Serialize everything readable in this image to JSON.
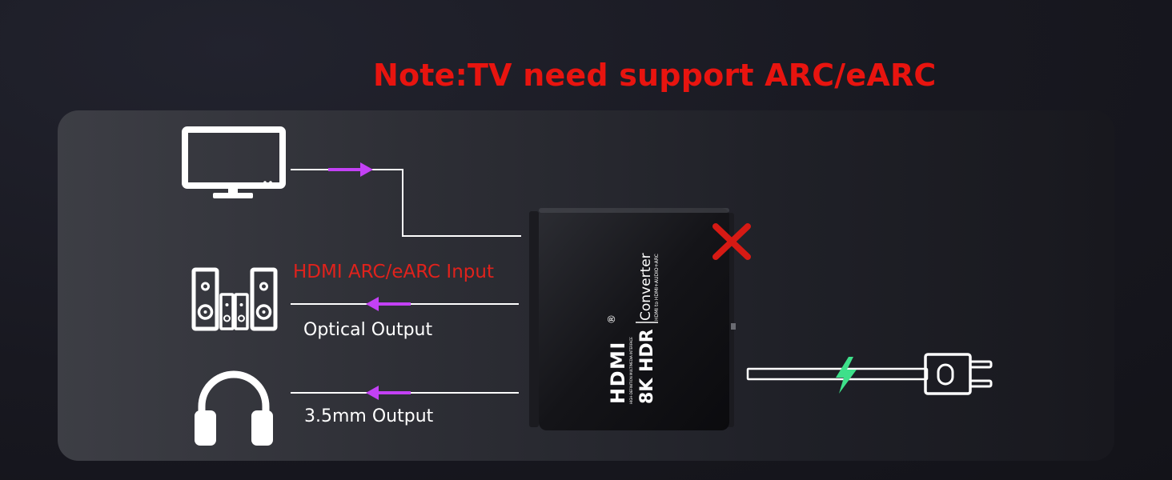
{
  "note": "Note:TV need support ARC/eARC",
  "device": {
    "brand": "HDMI",
    "registered_mark": "®",
    "model": "8K HDR",
    "name": "Converter",
    "subtitle": "HDMI to HDMI+AUDIO+ARC",
    "tagline": "HIGH-DEFINITION MULTIMEDIA INTERFACE"
  },
  "connections": {
    "hdmi_input": "HDMI ARC/eARC Input",
    "optical_output": "Optical Output",
    "headphone_output": "3.5mm Output"
  },
  "icons": [
    "tv-icon",
    "speaker-icon",
    "headphones-icon",
    "power-plug-icon",
    "lightning-icon",
    "red-x-icon"
  ],
  "colors": {
    "note": "#e8140f",
    "input_label": "#e0221c",
    "arrow": "#c341f5",
    "lightning": "#3ee08a",
    "cross": "#d61a14"
  }
}
